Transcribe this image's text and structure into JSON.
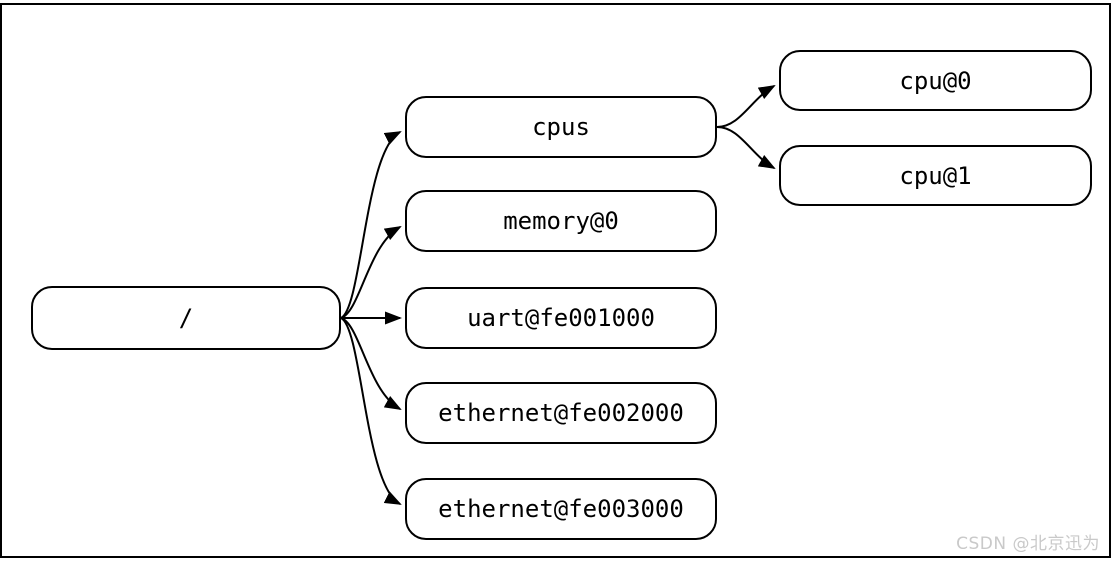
{
  "diagram": {
    "kind": "device-tree",
    "nodes": {
      "root": {
        "label": "/"
      },
      "cpus": {
        "label": "cpus"
      },
      "memory0": {
        "label": "memory@0"
      },
      "uart": {
        "label": "uart@fe001000"
      },
      "ethernet2": {
        "label": "ethernet@fe002000"
      },
      "ethernet3": {
        "label": "ethernet@fe003000"
      },
      "cpu0": {
        "label": "cpu@0"
      },
      "cpu1": {
        "label": "cpu@1"
      }
    },
    "edges": [
      {
        "from": "/",
        "to": "cpus"
      },
      {
        "from": "/",
        "to": "memory@0"
      },
      {
        "from": "/",
        "to": "uart@fe001000"
      },
      {
        "from": "/",
        "to": "ethernet@fe002000"
      },
      {
        "from": "/",
        "to": "ethernet@fe003000"
      },
      {
        "from": "cpus",
        "to": "cpu@0"
      },
      {
        "from": "cpus",
        "to": "cpu@1"
      }
    ]
  },
  "watermark": {
    "text": "CSDN @北京迅为"
  },
  "colors": {
    "background": "#ffffff",
    "node_fill": "#ffffff",
    "stroke": "#000000",
    "watermark": "#c9c9c9"
  }
}
